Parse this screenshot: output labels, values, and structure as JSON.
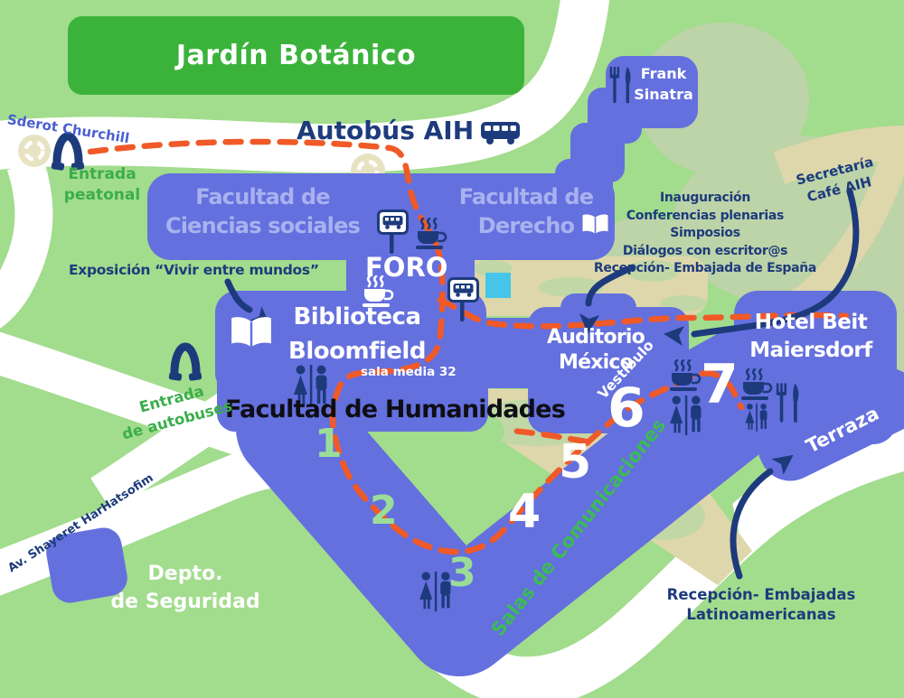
{
  "title": "Jardín Botánico",
  "colors": {
    "background_green": "#a2dc8d",
    "banner_green": "#3bb33b",
    "building_blue": "#6470de",
    "building_text_lavender": "#a9b2ef",
    "navy": "#1d3b7c",
    "route_orange": "#f05a28",
    "path_beige": "#ded7ab",
    "sage_green": "#bdd3a8",
    "pool_cyan": "#46c5e8",
    "road_white": "#ffffff",
    "entrance_green": "#3bae4b",
    "room_number_green": "#9bdd98"
  },
  "roads": {
    "sderot_churchill": "Sderot Churchill",
    "av_shayeret": "Av. Shayeret HarHatsofim"
  },
  "entrances": {
    "peatonal_line1": "Entrada",
    "peatonal_line2": "peatonal",
    "autobuses_line1": "Entrada",
    "autobuses_line2": "de autobuses"
  },
  "transport": {
    "bus_label": "Autobús AIH"
  },
  "buildings": {
    "frank_line1": "Frank",
    "frank_line2": "Sinatra",
    "ciencias_line1": "Facultad de",
    "ciencias_line2": "Ciencias sociales",
    "derecho_line1": "Facultad de",
    "derecho_line2": "Derecho",
    "foro": "FORO",
    "biblioteca_line1": "Biblioteca",
    "biblioteca_line2": "Bloomfield",
    "sala_media": "sala media 32",
    "auditorio_line1": "Auditorio",
    "auditorio_line2": "México",
    "vestibulo": "Vestíbulo",
    "hotel_line1": "Hotel Beit",
    "hotel_line2": "Maiersdorf",
    "terraza": "Terraza",
    "humanidades": "Facultad de Humanidades",
    "salas": "Salas de Comunicaciones",
    "depto_line1": "Depto.",
    "depto_line2": "de Seguridad"
  },
  "annotations": {
    "exposicion": "Exposición “Vivir entre mundos”",
    "eventos_line1": "Inauguración",
    "eventos_line2": "Conferencias plenarias",
    "eventos_line3": "Simposios",
    "eventos_line4": "Diálogos con escritor@s",
    "eventos_line5": "Recepción- Embajada de España",
    "secretaria_line1": "Secretaría",
    "secretaria_line2": "Café AIH",
    "recepcion_line1": "Recepción- Embajadas",
    "recepcion_line2": "Latinoamericanas"
  },
  "rooms": [
    "1",
    "2",
    "3",
    "4",
    "5",
    "6",
    "7"
  ]
}
